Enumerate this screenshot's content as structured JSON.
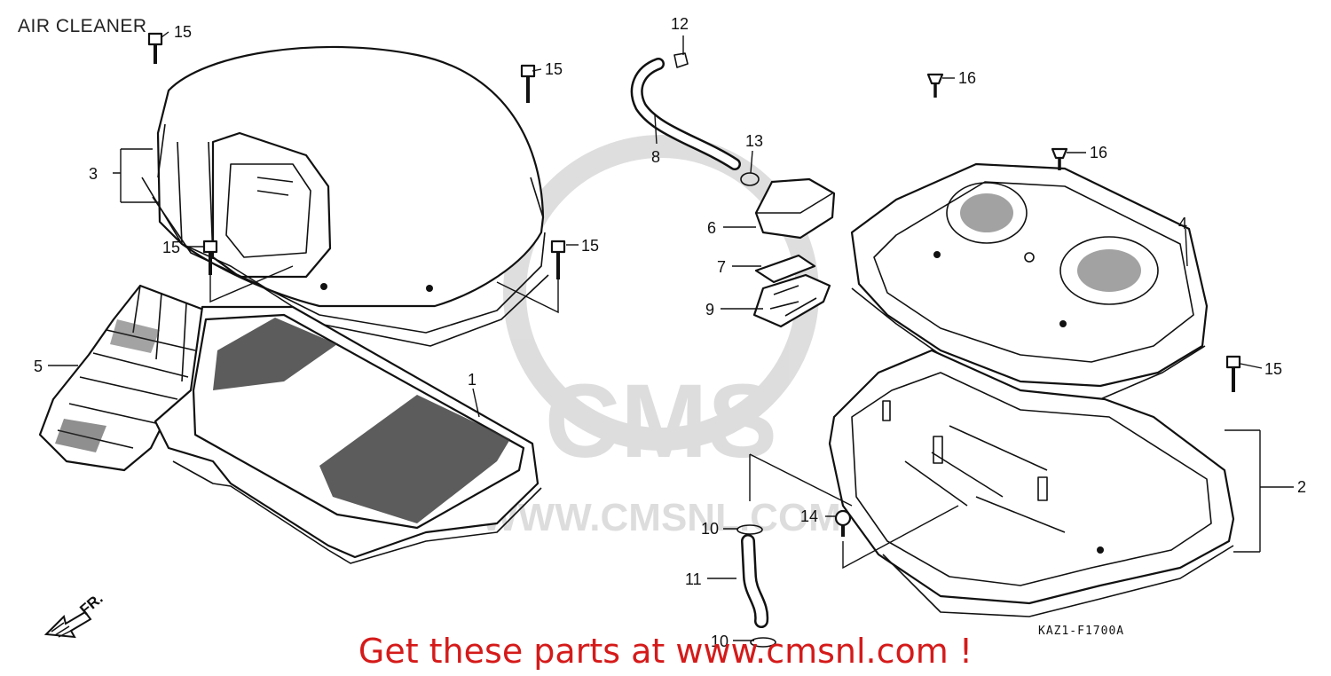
{
  "title": "AIR CLEANER",
  "promo_text": "Get these parts at www.cmsnl.com !",
  "diagram_code": "KAZ1-F1700A",
  "watermark": {
    "text": "CMS",
    "url": "WWW.CMSNL.COM"
  },
  "direction_marker": "FR.",
  "callouts": [
    {
      "id": "c1",
      "label": "1"
    },
    {
      "id": "c2",
      "label": "2"
    },
    {
      "id": "c3",
      "label": "3"
    },
    {
      "id": "c4",
      "label": "4"
    },
    {
      "id": "c5",
      "label": "5"
    },
    {
      "id": "c6",
      "label": "6"
    },
    {
      "id": "c7",
      "label": "7"
    },
    {
      "id": "c8",
      "label": "8"
    },
    {
      "id": "c9",
      "label": "9"
    },
    {
      "id": "c10a",
      "label": "10"
    },
    {
      "id": "c10b",
      "label": "10"
    },
    {
      "id": "c11",
      "label": "11"
    },
    {
      "id": "c12",
      "label": "12"
    },
    {
      "id": "c13",
      "label": "13"
    },
    {
      "id": "c14",
      "label": "14"
    },
    {
      "id": "c15a",
      "label": "15"
    },
    {
      "id": "c15b",
      "label": "15"
    },
    {
      "id": "c15c",
      "label": "15"
    },
    {
      "id": "c15d",
      "label": "15"
    },
    {
      "id": "c15e",
      "label": "15"
    },
    {
      "id": "c16a",
      "label": "16"
    },
    {
      "id": "c16b",
      "label": "16"
    }
  ]
}
